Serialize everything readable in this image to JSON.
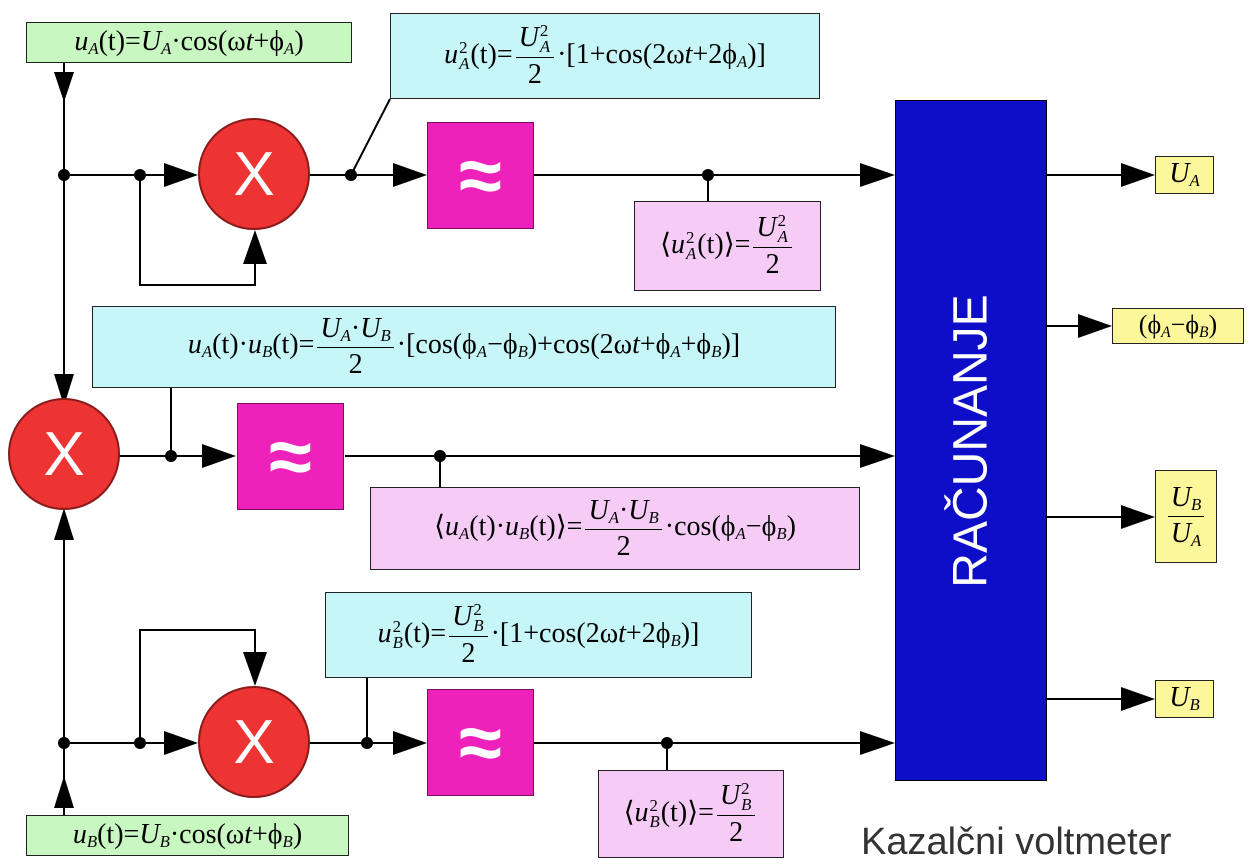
{
  "inputs": {
    "a": {
      "lhs": "u",
      "sub": "A",
      "arg": "(t)=",
      "amp": "U",
      "amp_sub": "A",
      "rest": "·cos(ω",
      "t": "t",
      "plus": "+ϕ",
      "phase_sub": "A",
      "close": ")"
    },
    "b": {
      "lhs": "u",
      "sub": "B",
      "arg": "(t)=",
      "amp": "U",
      "amp_sub": "B",
      "rest": "·cos(ω",
      "t": "t",
      "plus": "+ϕ",
      "phase_sub": "B",
      "close": ")"
    }
  },
  "multiplier_symbol": "X",
  "filter_symbol": "≈",
  "compute_label": "RAČUNANJE",
  "caption": "Kazalčni voltmeter",
  "formulas": {
    "sq_a": {
      "lhs_u": "u",
      "lhs_sup": "2",
      "lhs_sub": "A",
      "lhs_arg": "(t)=",
      "num_u": "U",
      "num_sup": "2",
      "num_sub": "A",
      "den": "2",
      "rest": "·[1+cos(2ω",
      "t": "t",
      "mid": "+2ϕ",
      "phase_sub": "A",
      "close": ")]"
    },
    "sq_b": {
      "lhs_u": "u",
      "lhs_sup": "2",
      "lhs_sub": "B",
      "lhs_arg": "(t)=",
      "num_u": "U",
      "num_sup": "2",
      "num_sub": "B",
      "den": "2",
      "rest": "·[1+cos(2ω",
      "t": "t",
      "mid": "+2ϕ",
      "phase_sub": "B",
      "close": ")]"
    },
    "prod": {
      "ua": "u",
      "ua_sub": "A",
      "ua_arg": "(t)·",
      "ub": "u",
      "ub_sub": "B",
      "ub_arg": "(t)=",
      "num_a": "U",
      "num_a_sub": "A",
      "num_dot": "·",
      "num_b": "U",
      "num_b_sub": "B",
      "den": "2",
      "p1": "·[cos(ϕ",
      "p1_sub": "A",
      "p2": "−ϕ",
      "p2_sub": "B",
      "p3": ")+cos(2ω",
      "t": "t",
      "p4": "+ϕ",
      "p4_sub": "A",
      "p5": "+ϕ",
      "p5_sub": "B",
      "p6": ")]"
    },
    "avg_a": {
      "open": "⟨",
      "u": "u",
      "sup": "2",
      "sub": "A",
      "arg": "(t)",
      "close": "⟩=",
      "num_u": "U",
      "num_sup": "2",
      "num_sub": "A",
      "den": "2"
    },
    "avg_b": {
      "open": "⟨",
      "u": "u",
      "sup": "2",
      "sub": "B",
      "arg": "(t)",
      "close": "⟩=",
      "num_u": "U",
      "num_sup": "2",
      "num_sub": "B",
      "den": "2"
    },
    "avg_prod": {
      "open": "⟨",
      "ua": "u",
      "ua_sub": "A",
      "ua_arg": "(t)·",
      "ub": "u",
      "ub_sub": "B",
      "ub_arg": "(t)",
      "close": "⟩=",
      "num_a": "U",
      "num_a_sub": "A",
      "num_dot": "·",
      "num_b": "U",
      "num_b_sub": "B",
      "den": "2",
      "p1": "·cos(ϕ",
      "p1_sub": "A",
      "p2": "−ϕ",
      "p2_sub": "B",
      "p3": ")"
    }
  },
  "outputs": {
    "ua": {
      "u": "U",
      "sub": "A"
    },
    "phase": {
      "open": "(ϕ",
      "sub1": "A",
      "minus": "−ϕ",
      "sub2": "B",
      "close": ")"
    },
    "ratio": {
      "num_u": "U",
      "num_sub": "B",
      "den_u": "U",
      "den_sub": "A"
    },
    "ub": {
      "u": "U",
      "sub": "B"
    }
  }
}
